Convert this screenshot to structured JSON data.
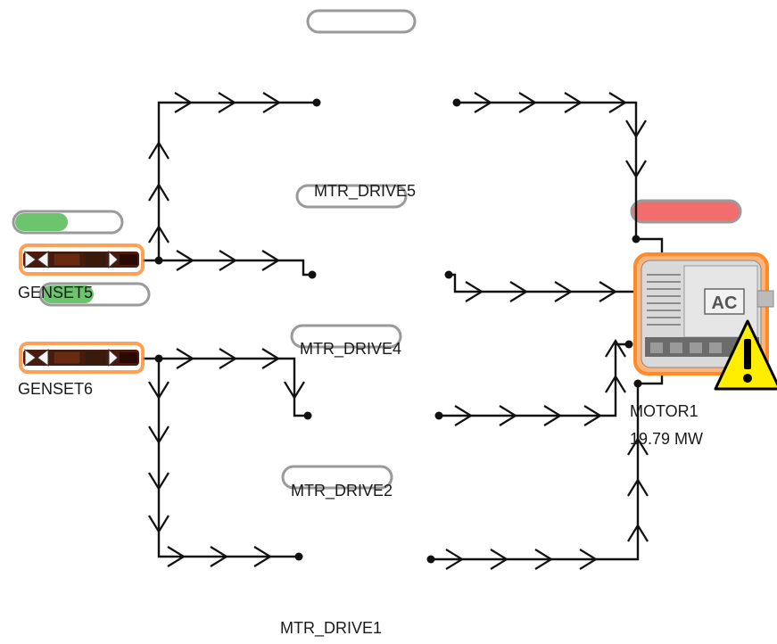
{
  "drives": [
    {
      "id": "drive5",
      "label": "MTR_DRIVE5"
    },
    {
      "id": "drive4",
      "label": "MTR_DRIVE4"
    },
    {
      "id": "drive2",
      "label": "MTR_DRIVE2"
    },
    {
      "id": "drive1",
      "label": "MTR_DRIVE1"
    }
  ],
  "gensets": [
    {
      "id": "genset5",
      "label": "GENSET5",
      "load_fraction": 0.5
    },
    {
      "id": "genset6",
      "label": "GENSET6"
    }
  ],
  "motor": {
    "label": "MOTOR1",
    "power": "19.79 MW",
    "badge": "AC",
    "alarm": true,
    "status_color": "#f26d6d"
  },
  "colors": {
    "line": "#111111",
    "equipment": "#c9c9c9",
    "equipment_dark": "#8f8f8f",
    "highlight": "#ff8a2a",
    "bar_green": "#6cc46c",
    "warning_yellow": "#ffee00"
  },
  "icons": {
    "drive": "vfd-drive-icon",
    "genset": "genset-icon",
    "motor": "ac-motor-icon",
    "alarm": "warning-triangle-icon"
  }
}
